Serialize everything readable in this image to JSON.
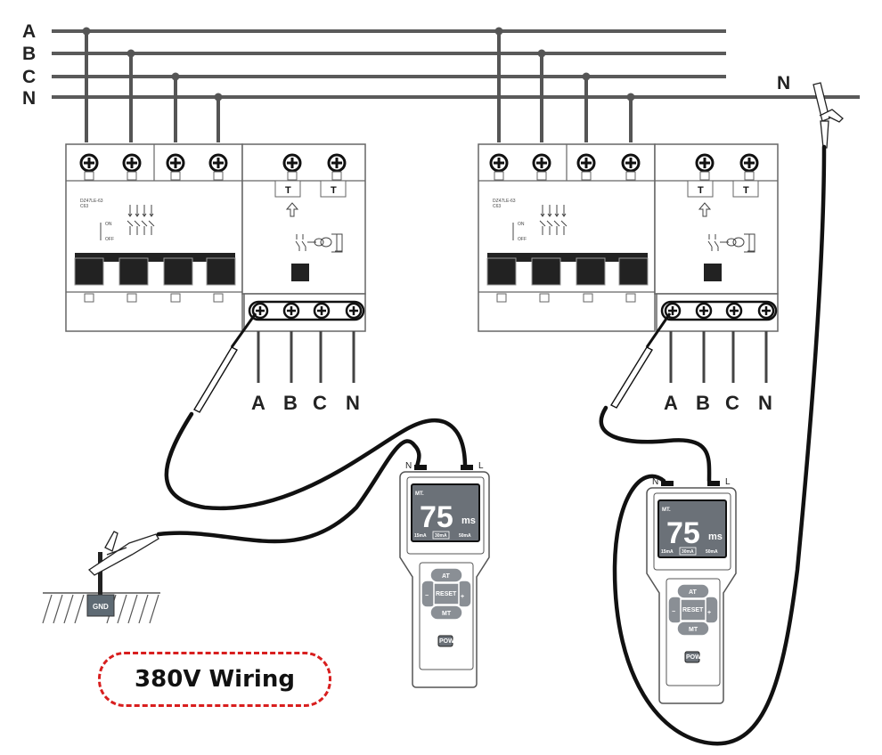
{
  "diagram": {
    "title": "380V Wiring",
    "bus_lines": [
      "A",
      "B",
      "C",
      "N"
    ],
    "bus_right_label": "N",
    "breakers": [
      {
        "id": "left",
        "model_text": "DZ47LE-63",
        "rating_text": "C63",
        "on_label": "ON",
        "off_label": "OFF",
        "test_labels": [
          "T",
          "T"
        ],
        "output_labels": [
          "A",
          "B",
          "C",
          "N"
        ]
      },
      {
        "id": "right",
        "model_text": "DZ47LE-63",
        "rating_text": "C63",
        "on_label": "ON",
        "off_label": "OFF",
        "test_labels": [
          "T",
          "T"
        ],
        "output_labels": [
          "A",
          "B",
          "C",
          "N"
        ]
      }
    ],
    "testers": [
      {
        "id": "left",
        "port_left": "N",
        "port_right": "L",
        "mode": "MT.",
        "reading": "75",
        "unit": "ms",
        "currents": [
          "15mA",
          "30mA",
          "50mA"
        ],
        "selected_current": "30mA",
        "keys": {
          "up": "AT",
          "center": "RESET",
          "down": "MT",
          "left": "−",
          "right": "+",
          "power": "POWER"
        }
      },
      {
        "id": "right",
        "port_left": "N",
        "port_right": "L",
        "mode": "MT.",
        "reading": "75",
        "unit": "ms",
        "currents": [
          "15mA",
          "30mA",
          "50mA"
        ],
        "selected_current": "30mA",
        "keys": {
          "up": "AT",
          "center": "RESET",
          "down": "MT",
          "left": "−",
          "right": "+",
          "power": "POWER"
        }
      }
    ],
    "ground_label": "GND",
    "colors": {
      "caption_border": "#d81e1e",
      "screen": "#6b7178",
      "keys": "#8a8f95",
      "ground_box": "#5e6a73"
    }
  }
}
